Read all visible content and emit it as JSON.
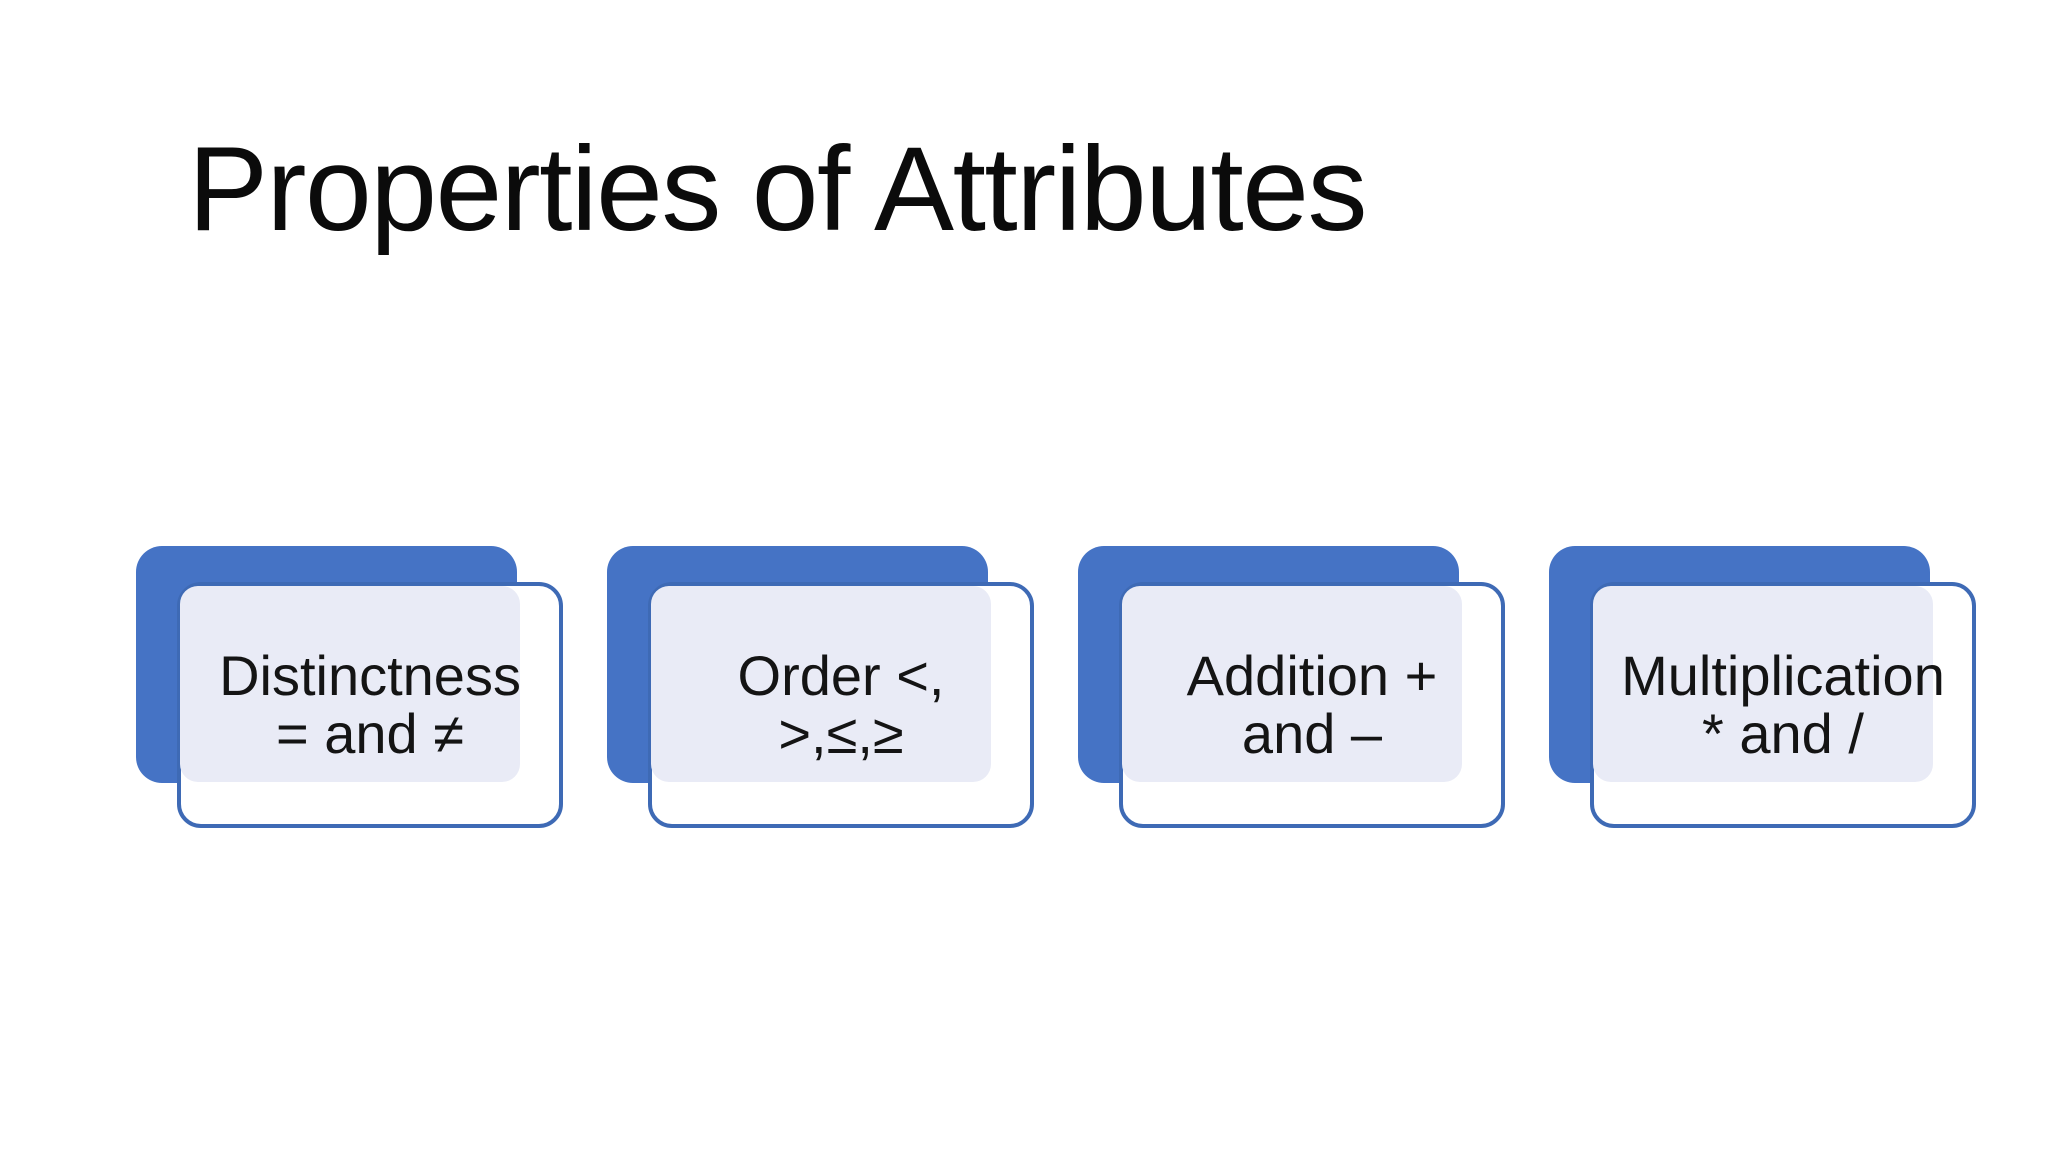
{
  "slide": {
    "title": "Properties of Attributes",
    "cards": [
      {
        "label": "Distinctness\n= and ≠"
      },
      {
        "label": "Order <,\n>,≤,≥"
      },
      {
        "label": "Addition +\nand –"
      },
      {
        "label": "Multiplication\n* and /"
      }
    ],
    "colors": {
      "background": "#FFFFFF",
      "accent_blue": "#4573C5",
      "border_blue": "#3E6AB5",
      "panel_lavender": "#E9EBF6",
      "text": "#141414",
      "title_text": "#0B0B0B"
    }
  }
}
